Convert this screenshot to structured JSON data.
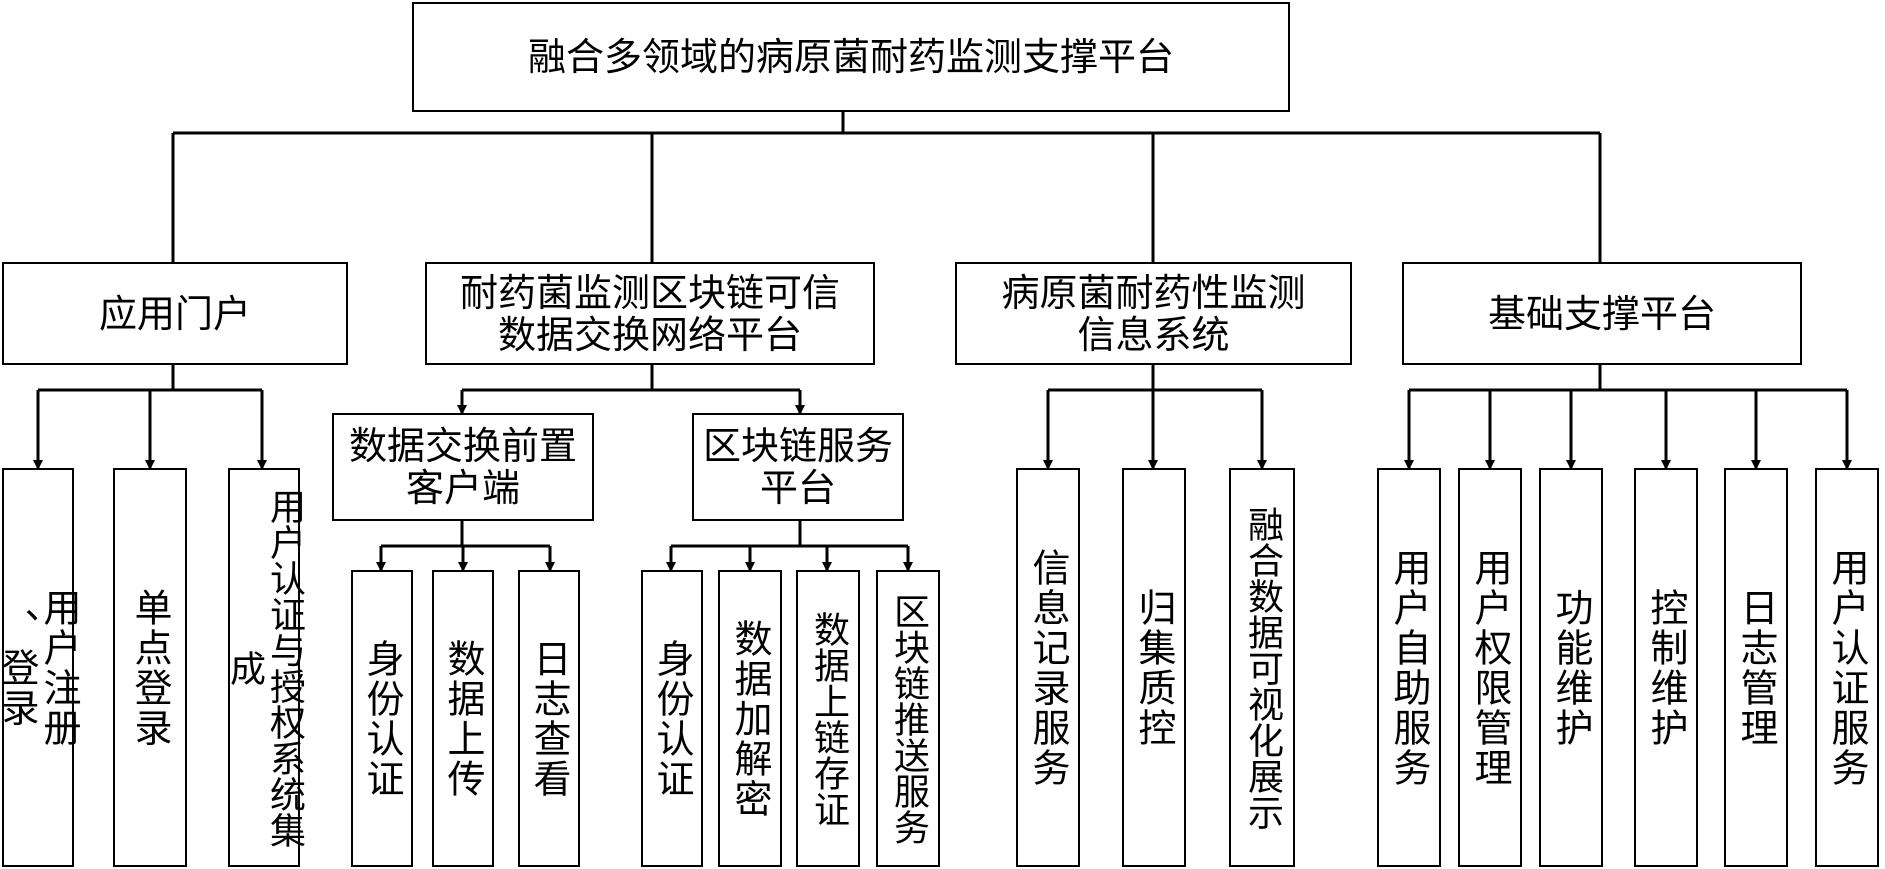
{
  "title": "融合多领域的病原菌耐药监测支撑平台",
  "branches": [
    {
      "label": "应用门户",
      "leaves": [
        "用户注册\n、登录",
        "单点登录",
        "用户认证与授权系统集成"
      ]
    },
    {
      "label": "耐药菌监测区块链可信\n数据交换网络平台",
      "subgroups": [
        {
          "label": "数据交换前置\n客户端",
          "leaves": [
            "身份认证",
            "数据上传",
            "日志查看"
          ]
        },
        {
          "label": "区块链服务\n平台",
          "leaves": [
            "身份认证",
            "数据加解密",
            "数据上链存证",
            "区块链推送服务"
          ]
        }
      ]
    },
    {
      "label": "病原菌耐药性监测\n信息系统",
      "leaves": [
        "信息记录服务",
        "归集质控",
        "融合数据可视化展示"
      ]
    },
    {
      "label": "基础支撑平台",
      "leaves": [
        "用户自助服务",
        "用户权限管理",
        "功能维护",
        "控制维护",
        "日志管理",
        "用户认证服务"
      ]
    }
  ]
}
